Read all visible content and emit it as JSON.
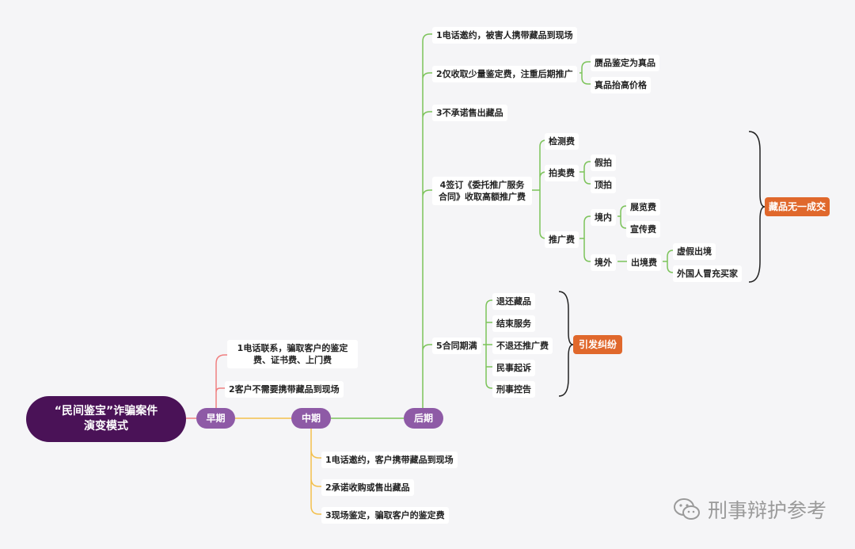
{
  "root": {
    "line1": "“民间鉴宝”诈骗案件",
    "line2": "演变模式"
  },
  "phases": {
    "early": "早期",
    "middle": "中期",
    "late": "后期"
  },
  "early": {
    "item1_line1": "1电话联系，骗取客户的鉴定",
    "item1_line2": "费、证书费、上门费",
    "item2": "2客户不需要携带藏品到现场"
  },
  "middle": {
    "item1": "1电话邀约，客户携带藏品到现场",
    "item2": "2承诺收购或售出藏品",
    "item3": "3现场鉴定，骗取客户的鉴定费"
  },
  "late": {
    "item1": "1电话邀约，被害人携带藏品到现场",
    "item2": "2仅收取少量鉴定费，注重后期推广",
    "item2_sub1": "赝品鉴定为真品",
    "item2_sub2": "真品抬高价格",
    "item3": "3不承诺售出藏品",
    "item4_line1": "4签订《委托推广服务",
    "item4_line2": "合同》收取高额推广费",
    "detect_fee": "检测费",
    "auction_fee": "拍卖费",
    "fake_auction": "假拍",
    "proxy_bid": "顶拍",
    "promo_fee": "推广费",
    "domestic": "境内",
    "exhibit_fee": "展览费",
    "publicity_fee": "宣传费",
    "abroad": "境外",
    "exit_fee": "出境费",
    "fake_exit": "虚假出境",
    "fake_buyer": "外国人冒充买家",
    "item5": "5合同期满",
    "return_items": "退还藏品",
    "end_service": "结束服务",
    "no_refund": "不退还推广费",
    "civil_suit": "民事起诉",
    "criminal_complaint": "刑事控告"
  },
  "badges": {
    "no_deal": "藏品无一成交",
    "dispute": "引发纠纷"
  },
  "watermark": "刑事辩护参考",
  "colors": {
    "root": "#4a1257",
    "phase": "#8e5aa6",
    "badge": "#e0682c",
    "early_line": "#f08080",
    "middle_line": "#f3c04d",
    "late_line": "#7cc35a"
  }
}
